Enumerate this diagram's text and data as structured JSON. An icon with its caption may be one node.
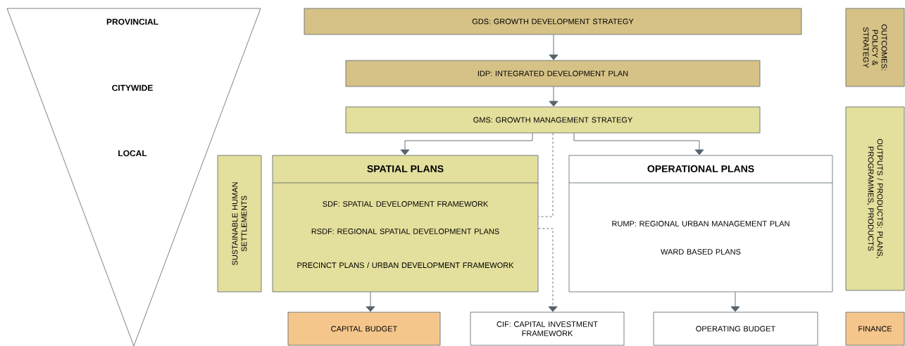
{
  "diagram": {
    "nodes": [
      {
        "text": [
          "PROVINCIAL",
          "CITYWIDE",
          "LOCAL"
        ]
      },
      {
        "text": [
          "GDS: GROWTH DEVELOPMENT STRATEGY"
        ]
      },
      {
        "text": [
          "IDP: INTEGRATED DEVELOPMENT PLAN"
        ]
      },
      {
        "text": [
          "GMS: GROWTH MANAGEMENT STRATEGY"
        ]
      },
      {
        "text": [
          "SUSTAINABLE HUMAN SETTLEMENTS"
        ]
      },
      {
        "text": [
          "SPATIAL PLANS",
          "SDF: SPATIAL DEVELOPMENT FRAMEWORK",
          "RSDF: REGIONAL SPATIAL DEVELOPMENT PLANS",
          "PRECINCT PLANS / URBAN DEVELOPMENT FRAMEWORK"
        ]
      },
      {
        "text": [
          "OPERATIONAL PLANS",
          "RUMP: REGIONAL URBAN MANAGEMENT PLAN",
          "WARD BASED PLANS"
        ]
      },
      {
        "text": [
          "CAPITAL BUDGET"
        ]
      },
      {
        "text": [
          "CIF: CAPITAL INVESTMENT FRAMEWORK"
        ]
      },
      {
        "text": [
          "OPERATING BUDGET"
        ]
      },
      {
        "text": [
          "OUTCOMES: POLICY & STRATEGY"
        ]
      },
      {
        "text": [
          "OUTPUTS / PRODUCTS: PLANS, PROGRAMMES, PRODUCTS"
        ]
      },
      {
        "text": [
          "FINANCE"
        ]
      }
    ],
    "edges": [
      {
        "from": 1,
        "to": 2,
        "arrow": "to"
      },
      {
        "from": 2,
        "to": 3,
        "arrow": "to"
      },
      {
        "from": 3,
        "to": 5,
        "arrow": "to"
      },
      {
        "from": 3,
        "to": 6,
        "arrow": "to"
      },
      {
        "from": 3,
        "to": 5,
        "arrow": "none",
        "style": "dashed"
      },
      {
        "from": 5,
        "to": 8,
        "arrow": "to",
        "style": "dashed"
      },
      {
        "from": 5,
        "to": 7,
        "arrow": "to"
      },
      {
        "from": 6,
        "to": 9,
        "arrow": "to"
      }
    ]
  }
}
